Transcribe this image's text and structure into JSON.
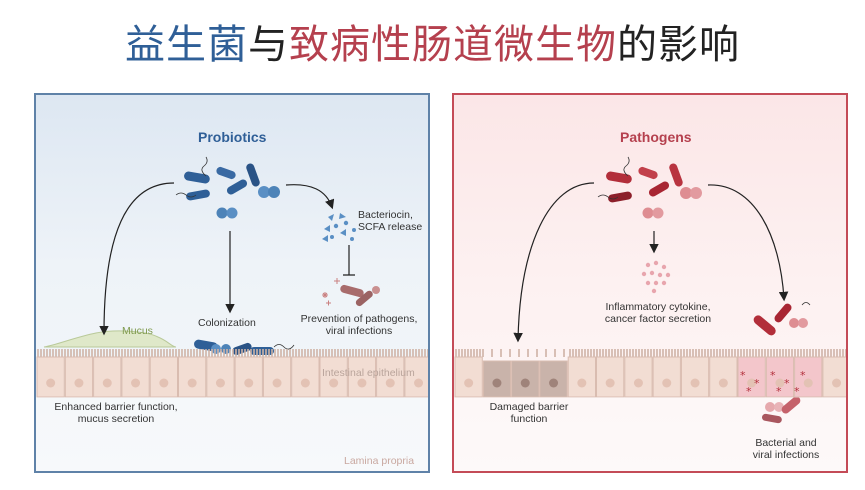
{
  "title": {
    "part1": "益生菌",
    "part2": "与",
    "part3": "致病性肠道微生物",
    "part4": "的影响"
  },
  "left_panel": {
    "header": "Probiotics",
    "mucus": "Mucus",
    "colonization": "Colonization",
    "bacteriocin_line1": "Bacteriocin,",
    "bacteriocin_line2": "SCFA release",
    "prevention_line1": "Prevention of pathogens,",
    "prevention_line2": "viral infections",
    "epithelium": "Intestinal epithelium",
    "barrier_line1": "Enhanced barrier function,",
    "barrier_line2": "mucus secretion",
    "lamina": "Lamina propria"
  },
  "right_panel": {
    "header": "Pathogens",
    "inflammatory_line1": "Inflammatory cytokine,",
    "inflammatory_line2": "cancer factor secretion",
    "damaged_line1": "Damaged barrier",
    "damaged_line2": "function",
    "infection_line1": "Bacterial and",
    "infection_line2": "viral infections"
  },
  "colors": {
    "probiotic_blue": "#2f5f97",
    "pathogen_red": "#b5404e",
    "cell_fill": "#f2ddd3",
    "nucleus": "#e3c2b4"
  }
}
